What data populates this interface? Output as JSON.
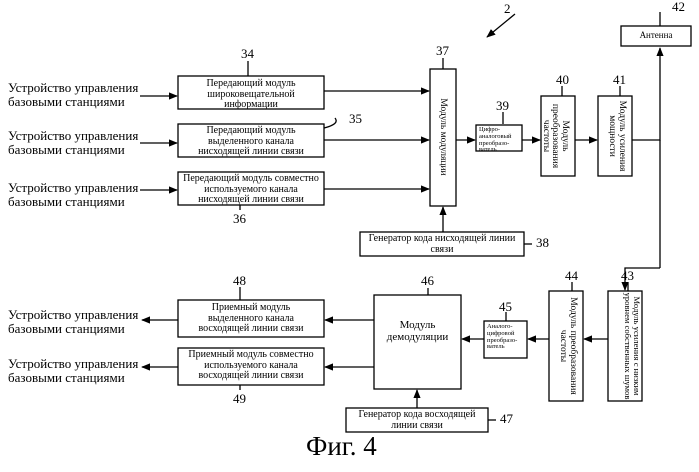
{
  "figure": {
    "ref_number": "2",
    "caption": "Фиг. 4",
    "sources": [
      "Устройство управления базовыми станциями",
      "Устройство управления базовыми станциями",
      "Устройство управления базовыми станциями"
    ],
    "destinations": [
      "Устройство управления базовыми станциями",
      "Устройство управления базовыми станциями"
    ],
    "blocks": {
      "b34": {
        "num": "34",
        "label": "Передающий модуль широковещательной информации"
      },
      "b35": {
        "num": "35",
        "label": "Передающий модуль выделенного канала нисходящей линии связи"
      },
      "b36": {
        "num": "36",
        "label": "Передающий модуль совместно используемого канала нисходящей линии связи"
      },
      "b37": {
        "num": "37",
        "label": "Модуль модуляции"
      },
      "b38": {
        "num": "38",
        "label": "Генератор кода нисходящей линии связи"
      },
      "b39": {
        "num": "39",
        "label": "Цифро-аналоговый преобразо-ватель"
      },
      "b40": {
        "num": "40",
        "label": "Модуль преобразования частоты"
      },
      "b41": {
        "num": "41",
        "label": "Модуль усиления мощности"
      },
      "b42": {
        "num": "42",
        "label": "Антенна"
      },
      "b43": {
        "num": "43",
        "label": "Модуль усиления с низким уровнем собственных шумов"
      },
      "b44": {
        "num": "44",
        "label": "Модуль преобразования частоты"
      },
      "b45": {
        "num": "45",
        "label": "Аналого-цифровой преобразо-ватель"
      },
      "b46": {
        "num": "46",
        "label": "Модуль демодуляции"
      },
      "b47": {
        "num": "47",
        "label": "Генератор кода восходящей линии связи"
      },
      "b48": {
        "num": "48",
        "label": "Приемный модуль выделенного канала восходящей линии связи"
      },
      "b49": {
        "num": "49",
        "label": "Приемный модуль совместно используемого канала восходящей линии связи"
      }
    }
  }
}
